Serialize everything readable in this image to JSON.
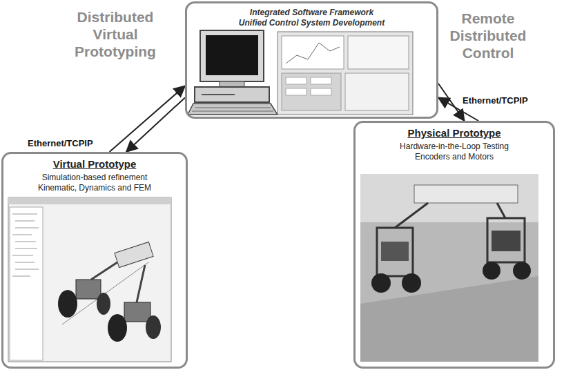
{
  "diagram": {
    "nodes": [
      {
        "text": [
          "Integrated Software Framework",
          "Unified Control System Development"
        ]
      },
      {
        "text": [
          "Virtual Prototype",
          "Simulation-based refinement Kinematic, Dynamics and FEM"
        ]
      },
      {
        "text": [
          "Physical Prototype",
          "Hardware-in-the-Loop Testing Encoders and Motors"
        ]
      }
    ],
    "edges": [
      {
        "from": 1,
        "to": 0,
        "arrow": "to"
      },
      {
        "from": 0,
        "to": 1,
        "arrow": "to"
      },
      {
        "from": 0,
        "to": 2,
        "arrow": "to"
      },
      {
        "from": 2,
        "to": 0,
        "arrow": "to"
      }
    ],
    "labels": [
      "Distributed Virtual Prototyping",
      "Remote Distributed Control",
      "Ethernet/TCPIP",
      "Ethernet/TCPIP"
    ]
  }
}
